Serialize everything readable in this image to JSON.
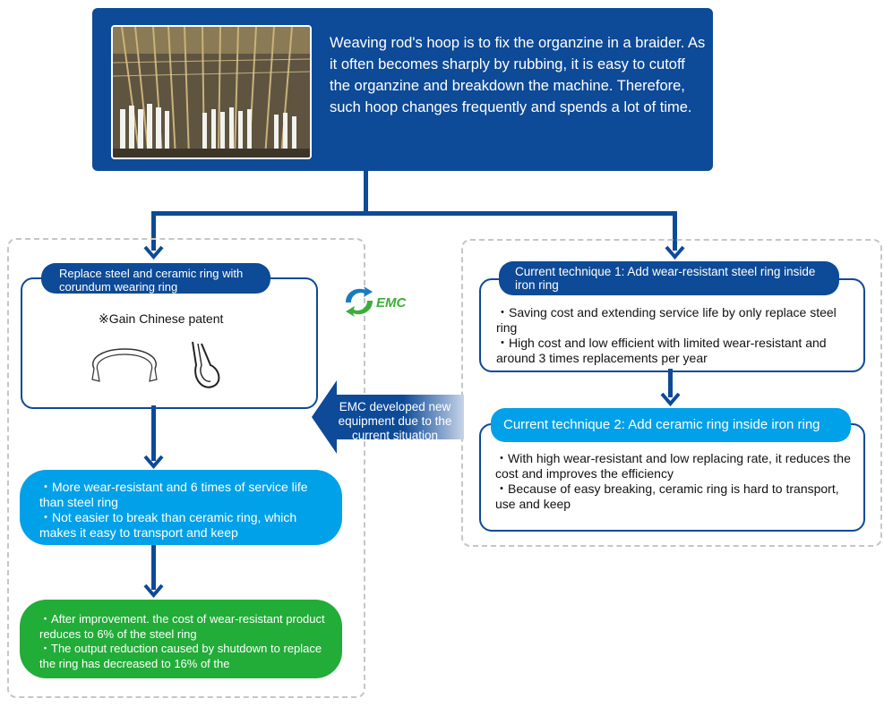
{
  "top": {
    "description": "Weaving rod's hoop is to fix the organzine in a braider. As it often becomes sharply by rubbing, it is easy to cutoff the organzine and breakdown the machine. Therefore, such hoop changes frequently and spends a lot of time."
  },
  "left": {
    "solution_title": "Replace steel and ceramic ring with corundum wearing ring",
    "patent_note": "※Gain Chinese patent",
    "benefits": [
      "・More wear-resistant and 6 times of service life than steel ring",
      "・Not easier to break than ceramic ring, which makes it easy to transport and keep"
    ],
    "results": [
      "・After improvement. the cost of wear-resistant product reduces to 6% of the steel ring",
      "・The output reduction caused by shutdown to replace the ring has decreased to 16% of the"
    ]
  },
  "middle": {
    "emc_note": "EMC developed new equipment due to the current situation",
    "logo_text": "EMC"
  },
  "right": {
    "tech1_title": "Current technique 1: Add wear-resistant steel ring inside iron ring",
    "tech1_points": [
      "・Saving cost and extending service life by only replace steel ring",
      "・High cost and low efficient with limited wear-resistant and around 3 times replacements per year"
    ],
    "tech2_title": "Current technique 2: Add ceramic ring inside iron ring",
    "tech2_points": [
      "・With high wear-resistant and low replacing rate, it reduces the cost and improves the efficiency",
      "・Because of easy breaking, ceramic ring is hard to transport, use and keep"
    ]
  },
  "colors": {
    "dark_blue": "#0d4a97",
    "light_blue": "#00a1e9",
    "green": "#22ac38",
    "dashed_border": "#c6c6c6"
  }
}
